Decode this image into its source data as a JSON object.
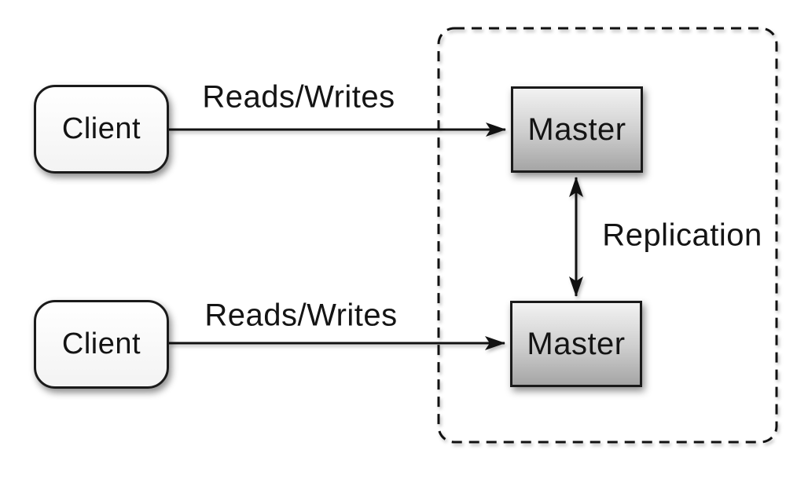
{
  "diagram_type": "architecture-diagram",
  "nodes": {
    "client1": {
      "label": "Client"
    },
    "client2": {
      "label": "Client"
    },
    "master1": {
      "label": "Master"
    },
    "master2": {
      "label": "Master"
    }
  },
  "edges": {
    "reads_writes_top": {
      "label": "Reads/Writes",
      "from": "client1",
      "to": "master1",
      "direction": "one-way"
    },
    "reads_writes_bottom": {
      "label": "Reads/Writes",
      "from": "client2",
      "to": "master2",
      "direction": "one-way"
    },
    "replication": {
      "label": "Replication",
      "from": "master1",
      "to": "master2",
      "direction": "two-way"
    }
  },
  "container": {
    "style": "dashed-rounded-rect",
    "contains": [
      "master1",
      "master2"
    ]
  },
  "colors": {
    "background": "#ffffff",
    "line": "#111111",
    "node_border": "#1a1a1a",
    "client_fill_top": "#ffffff",
    "client_fill_bottom": "#f3f3f3",
    "master_fill_top": "#f2f2f2",
    "master_fill_mid": "#cfcfcf",
    "master_fill_bottom": "#a5a5a5",
    "text": "#141414"
  }
}
